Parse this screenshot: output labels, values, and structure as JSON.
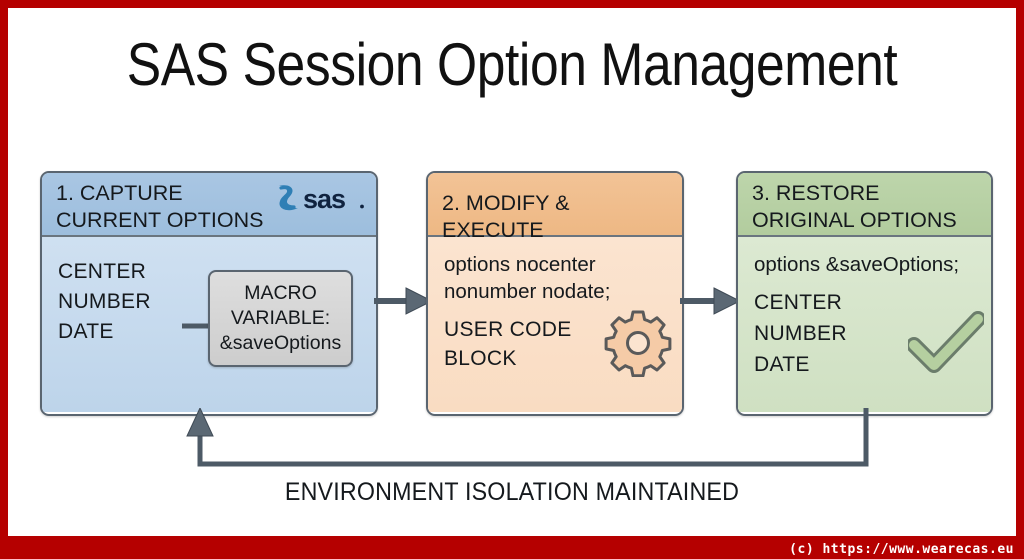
{
  "page": {
    "title": "SAS Session Option Management",
    "border_color": "#b50000",
    "background": "#ffffff"
  },
  "stages": [
    {
      "id": "stage1",
      "header": "1. CAPTURE\n    CURRENT OPTIONS",
      "accent": "#9dbedd",
      "body_color": "#cfe0f1",
      "logo": "sas-logo",
      "logo_text": "sas.",
      "options": [
        "CENTER",
        "NUMBER",
        "DATE"
      ],
      "inner_box": {
        "line1": "MACRO",
        "line2": "VARIABLE:",
        "line3": "&saveOptions",
        "fill": "#d5d5d5"
      }
    },
    {
      "id": "stage2",
      "header": "2. MODIFY & EXECUTE",
      "accent": "#eeb884",
      "body_color": "#fbe4d0",
      "code_line1": "options nocenter",
      "code_line2": "nonumber nodate;",
      "block_line1": "USER CODE",
      "block_line2": "BLOCK",
      "icon": "gear-icon",
      "icon_fill": "#f5cba7"
    },
    {
      "id": "stage3",
      "header": "3. RESTORE\n    ORIGINAL OPTIONS",
      "accent": "#b2cc9e",
      "body_color": "#dce9d2",
      "code_line1": "options &saveOptions;",
      "options": [
        "CENTER",
        "NUMBER",
        "DATE"
      ],
      "icon": "check-icon",
      "icon_fill": "#b5cfa0"
    }
  ],
  "connectors": {
    "arrow_color": "#4d5a66",
    "stage1_to_stage2": "arrow-right",
    "stage2_to_stage3": "arrow-right",
    "inner_arrow": "arrow-right"
  },
  "feedback_loop": {
    "label": "ENVIRONMENT ISOLATION MAINTAINED",
    "color": "#4d5a66",
    "direction": "arrow-up"
  },
  "watermark": {
    "text": "(c) https://www.wearecas.eu",
    "color": "#ffffff"
  }
}
